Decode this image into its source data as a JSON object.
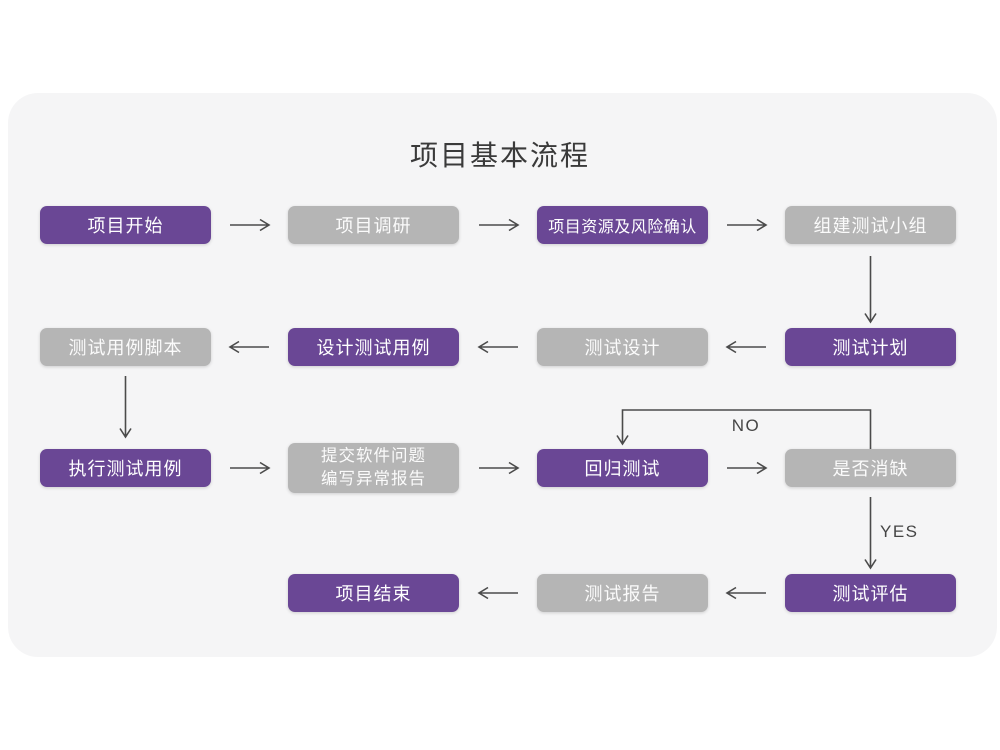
{
  "title": "项目基本流程",
  "colors": {
    "primary": "#6a4795",
    "muted": "#b5b5b5",
    "line": "#4b4b4b",
    "title-text": "#3a3a3a",
    "node-text": "#ffffff",
    "card-bg": "#f5f5f6",
    "page-bg": "#ffffff",
    "label-text": "#454545"
  },
  "nodes": [
    {
      "id": "project-start",
      "label": "项目开始",
      "variant": "primary"
    },
    {
      "id": "project-research",
      "label": "项目调研",
      "variant": "muted"
    },
    {
      "id": "project-resources-risk",
      "label": "项目资源及风险确认",
      "variant": "primary"
    },
    {
      "id": "form-test-team",
      "label": "组建测试小组",
      "variant": "muted"
    },
    {
      "id": "test-plan",
      "label": "测试计划",
      "variant": "primary"
    },
    {
      "id": "test-design",
      "label": "测试设计",
      "variant": "muted"
    },
    {
      "id": "design-test-cases",
      "label": "设计测试用例",
      "variant": "primary"
    },
    {
      "id": "test-case-script",
      "label": "测试用例脚本",
      "variant": "muted"
    },
    {
      "id": "execute-test-cases",
      "label": "执行测试用例",
      "variant": "primary"
    },
    {
      "id": "submit-issue-report",
      "lines": [
        "提交软件问题",
        "编写异常报告"
      ],
      "variant": "muted"
    },
    {
      "id": "regression-test",
      "label": "回归测试",
      "variant": "primary"
    },
    {
      "id": "defect-resolved",
      "label": "是否消缺",
      "variant": "muted"
    },
    {
      "id": "test-evaluation",
      "label": "测试评估",
      "variant": "primary"
    },
    {
      "id": "test-report",
      "label": "测试报告",
      "variant": "muted"
    },
    {
      "id": "project-end",
      "label": "项目结束",
      "variant": "primary"
    }
  ],
  "branch_labels": {
    "no": "NO",
    "yes": "YES"
  }
}
